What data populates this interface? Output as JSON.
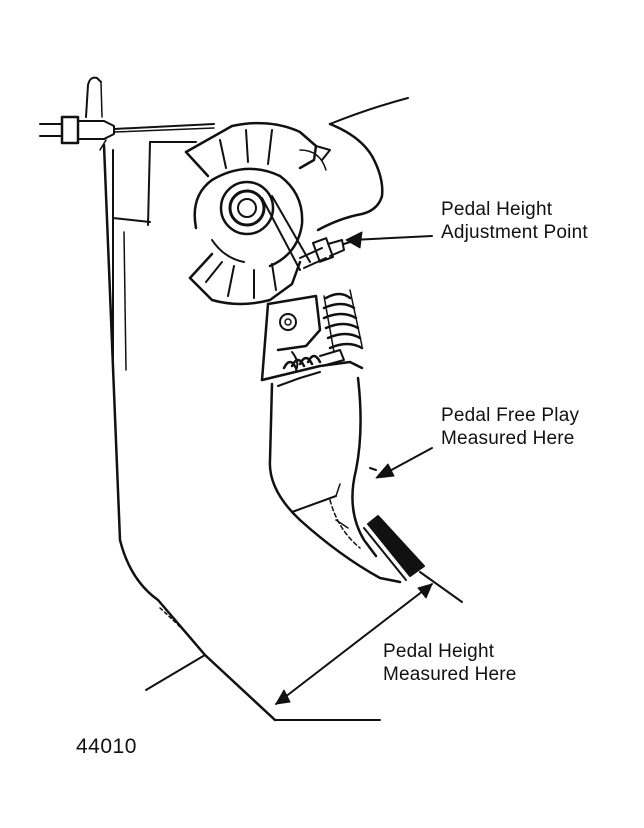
{
  "labels": {
    "pedal_height_adjustment": [
      "Pedal Height",
      "Adjustment Point"
    ],
    "pedal_free_play": [
      "Pedal Free Play",
      "Measured Here"
    ],
    "pedal_height_measured": [
      "Pedal Height",
      "Measured Here"
    ]
  },
  "figure_number": "44010",
  "colors": {
    "ink": "#111111",
    "background": "#ffffff"
  }
}
